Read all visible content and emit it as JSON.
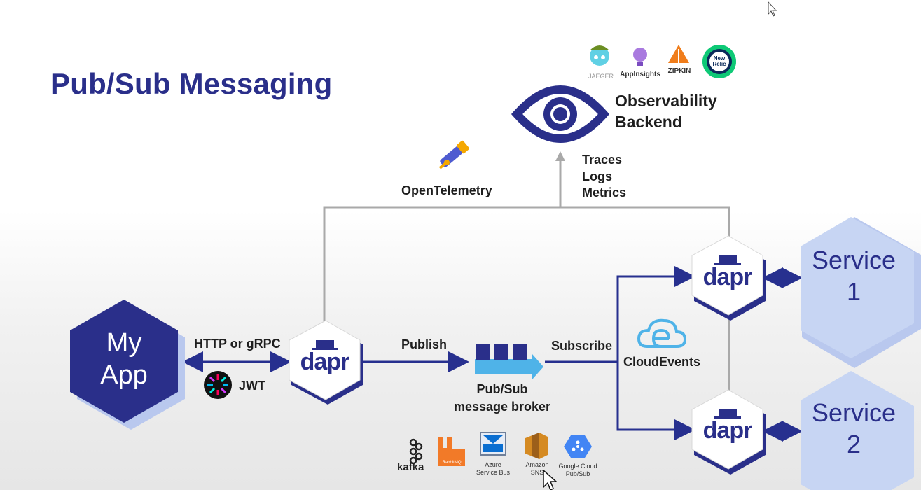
{
  "title": "Pub/Sub Messaging",
  "observability": {
    "line1": "Observability",
    "line2": "Backend",
    "vendors": [
      "JAEGER",
      "AppInsights",
      "ZIPKIN",
      "New Relic"
    ]
  },
  "opentelemetry_label": "OpenTelemetry",
  "signals": [
    "Traces",
    "Logs",
    "Metrics"
  ],
  "my_app": {
    "line1": "My",
    "line2": "App"
  },
  "protocol_label": "HTTP or gRPC",
  "jwt_label": "JWT",
  "dapr_label": "dapr",
  "publish_label": "Publish",
  "subscribe_label": "Subscribe",
  "broker": {
    "line1": "Pub/Sub",
    "line2": "message broker"
  },
  "cloudevents_label": "CloudEvents",
  "brokers": {
    "kafka": "kafka",
    "rabbitmq": "RabbitMQ",
    "azure_line1": "Azure",
    "azure_line2": "Service Bus",
    "sns_line1": "Amazon",
    "sns_line2": "SNS",
    "gcp_line1": "Google Cloud",
    "gcp_line2": "Pub/Sub"
  },
  "service1": {
    "line1": "Service",
    "line2": "1"
  },
  "service2": {
    "line1": "Service",
    "line2": "2"
  },
  "colors": {
    "navy": "#2a2f8a",
    "arrow": "#27308f",
    "gray": "#a9a9a9",
    "light_blue": "#b9c8ee",
    "cyan": "#4fb3e8"
  }
}
